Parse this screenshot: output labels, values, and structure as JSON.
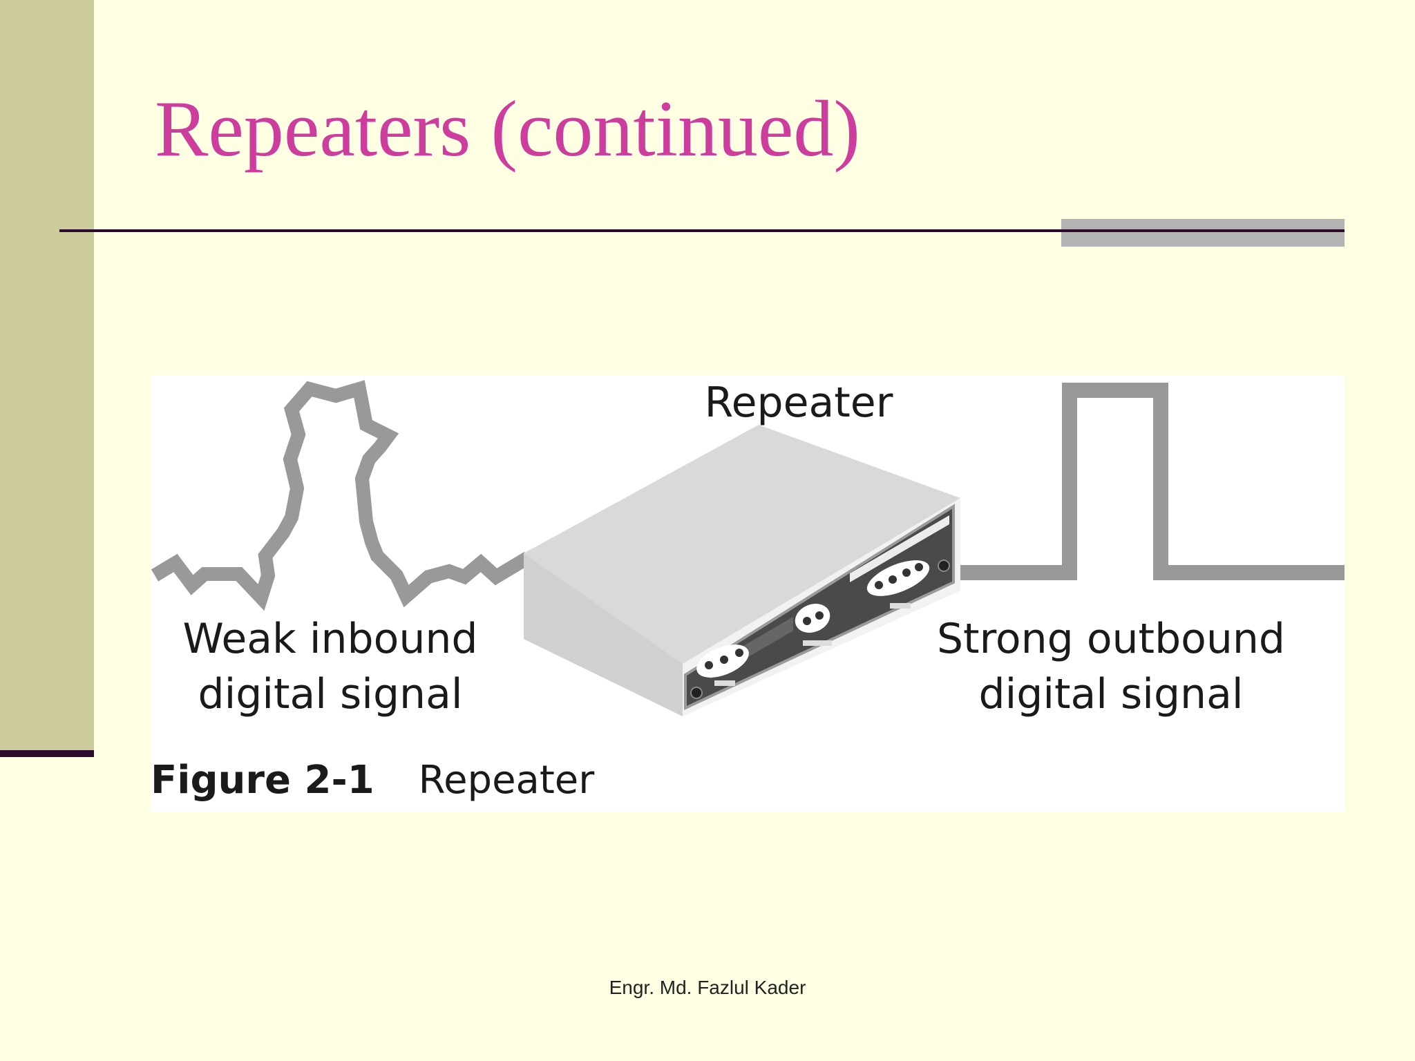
{
  "slide": {
    "title": "Repeaters (continued)",
    "footer": "Engr. Md. Fazlul Kader"
  },
  "figure": {
    "device_label": "Repeater",
    "inbound_label_line1": "Weak inbound",
    "inbound_label_line2": "digital signal",
    "outbound_label_line1": "Strong outbound",
    "outbound_label_line2": "digital signal",
    "caption_number": "Figure 2-1",
    "caption_text": "Repeater"
  },
  "colors": {
    "background": "#fefee2",
    "left_bar": "#cbcb9b",
    "title": "#cc3d9e",
    "rule": "#2e0a2e",
    "signal": "#999999"
  }
}
